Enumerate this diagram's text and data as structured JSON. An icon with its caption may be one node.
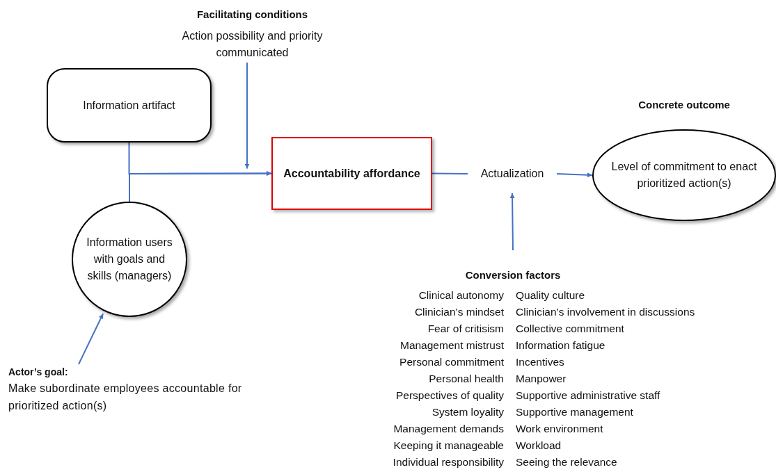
{
  "diagram": {
    "nodes": [
      {
        "text": [
          "Information artifact"
        ]
      },
      {
        "text": [
          "Information users with goals and skills (managers)"
        ]
      },
      {
        "text": [
          "Facilitating conditions",
          "Action possibility and priority communicated"
        ]
      },
      {
        "text": [
          "Accountability affordance"
        ]
      },
      {
        "text": [
          "Actualization"
        ]
      },
      {
        "text": [
          "Concrete outcome",
          "Level of commitment to enact prioritized action(s)"
        ]
      },
      {
        "text": [
          "Conversion factors"
        ]
      },
      {
        "text": [
          "Actor’s goal:",
          "Make subordinate employees accountable for prioritized action(s)"
        ]
      }
    ],
    "edges": [
      {
        "from": 0,
        "to": 3,
        "arrow": "to"
      },
      {
        "from": 1,
        "to": 3,
        "arrow": "to"
      },
      {
        "from": 2,
        "to": 3,
        "arrow": "to"
      },
      {
        "from": 3,
        "to": 4,
        "arrow": "none"
      },
      {
        "from": 4,
        "to": 5,
        "arrow": "to"
      },
      {
        "from": 6,
        "to": 4,
        "arrow": "to"
      },
      {
        "from": 7,
        "to": 1,
        "arrow": "to"
      }
    ],
    "labels": [
      "Clinical autonomy",
      "Quality culture",
      "Clinician’s mindset",
      "Clinician’s involvement in discussions",
      "Fear of critisism",
      "Collective commitment",
      "Management mistrust",
      "Information fatigue",
      "Personal commitment",
      "Incentives",
      "Personal health",
      "Manpower",
      "Perspectives of quality",
      "Supportive administrative staff",
      "System loyality",
      "Supportive management",
      "Management demands",
      "Work environment",
      "Keeping it manageable",
      "Workload",
      "Individual responsibility",
      "Seeing the relevance"
    ]
  }
}
